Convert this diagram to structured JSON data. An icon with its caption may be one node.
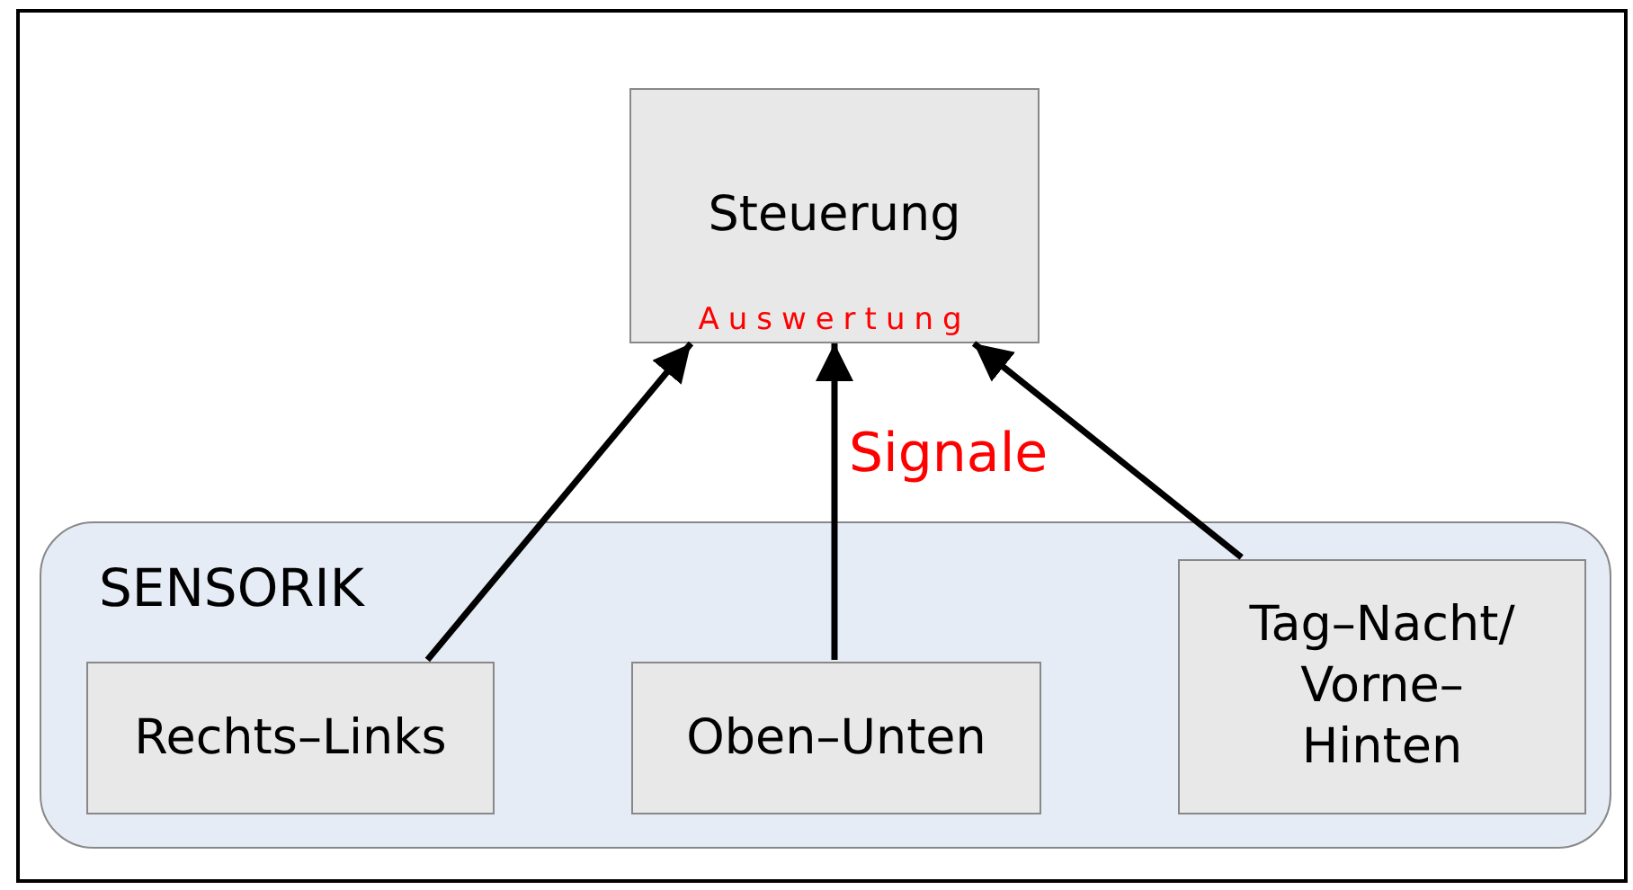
{
  "diagram": {
    "nodes": [
      {
        "text": [
          "Steuerung",
          "Auswertung"
        ]
      },
      {
        "text": [
          "SENSORIK"
        ]
      },
      {
        "text": [
          "Rechts–Links"
        ],
        "in": 1
      },
      {
        "text": [
          "Oben–Unten"
        ],
        "in": 1
      },
      {
        "text": [
          "Tag–Nacht/ Vorne– Hinten"
        ],
        "in": 1
      }
    ],
    "edges": [
      {
        "from": 2,
        "to": 0,
        "arrow": "to"
      },
      {
        "from": 3,
        "to": 0,
        "arrow": "to",
        "label": "Signale"
      },
      {
        "from": 4,
        "to": 0,
        "arrow": "to"
      }
    ]
  }
}
